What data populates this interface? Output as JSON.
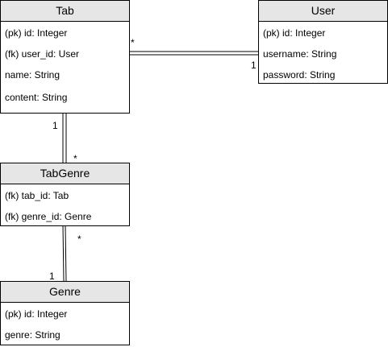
{
  "entities": {
    "tab": {
      "name": "Tab",
      "fields": [
        "(pk) id: Integer",
        "(fk) user_id: User",
        "name: String",
        "content: String"
      ]
    },
    "user": {
      "name": "User",
      "fields": [
        "(pk) id: Integer",
        "username: String",
        "password: String"
      ]
    },
    "tabgenre": {
      "name": "TabGenre",
      "fields": [
        "(fk) tab_id: Tab",
        "(fk) genre_id: Genre"
      ]
    },
    "genre": {
      "name": "Genre",
      "fields": [
        "(pk) id: Integer",
        "genre: String"
      ]
    }
  },
  "relations": {
    "tab_user": {
      "tab_end": "*",
      "user_end": "1"
    },
    "tab_tabgenre": {
      "tab_end": "1",
      "tabgenre_end": "*"
    },
    "tabgenre_genre": {
      "tabgenre_end": "*",
      "genre_end": "1"
    }
  }
}
